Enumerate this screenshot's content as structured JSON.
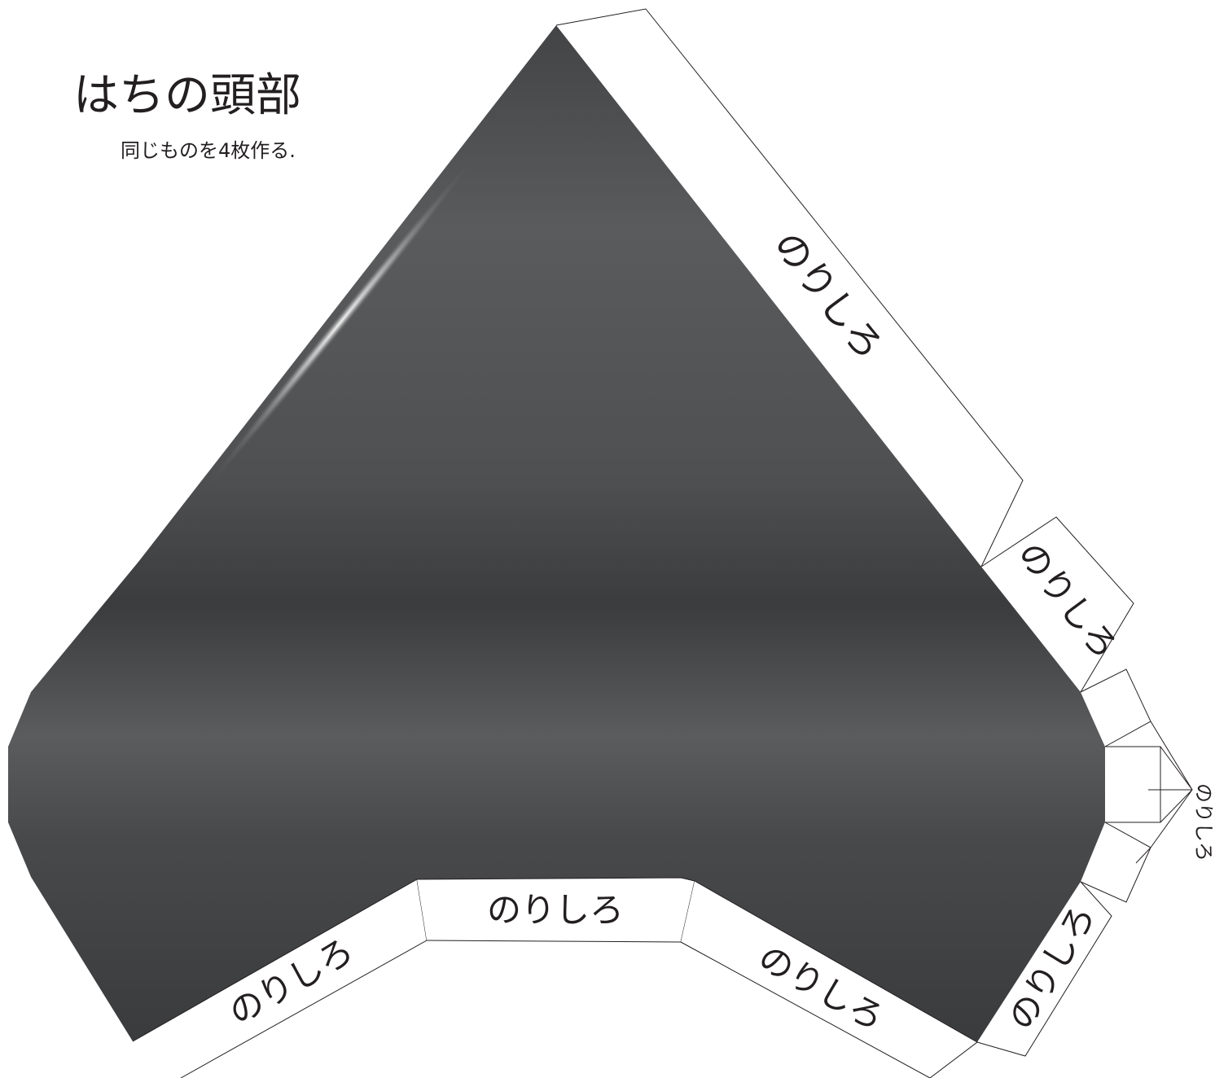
{
  "title": "はちの頭部",
  "subtitle": "同じものを4枚作る.",
  "glue_tab_label": "のりしろ",
  "colors": {
    "body_dark": "#3c3d3f",
    "body_mid": "#58595b",
    "highlight": "#ffffff",
    "outline": "#231f20",
    "tab_fill": "#ffffff"
  }
}
